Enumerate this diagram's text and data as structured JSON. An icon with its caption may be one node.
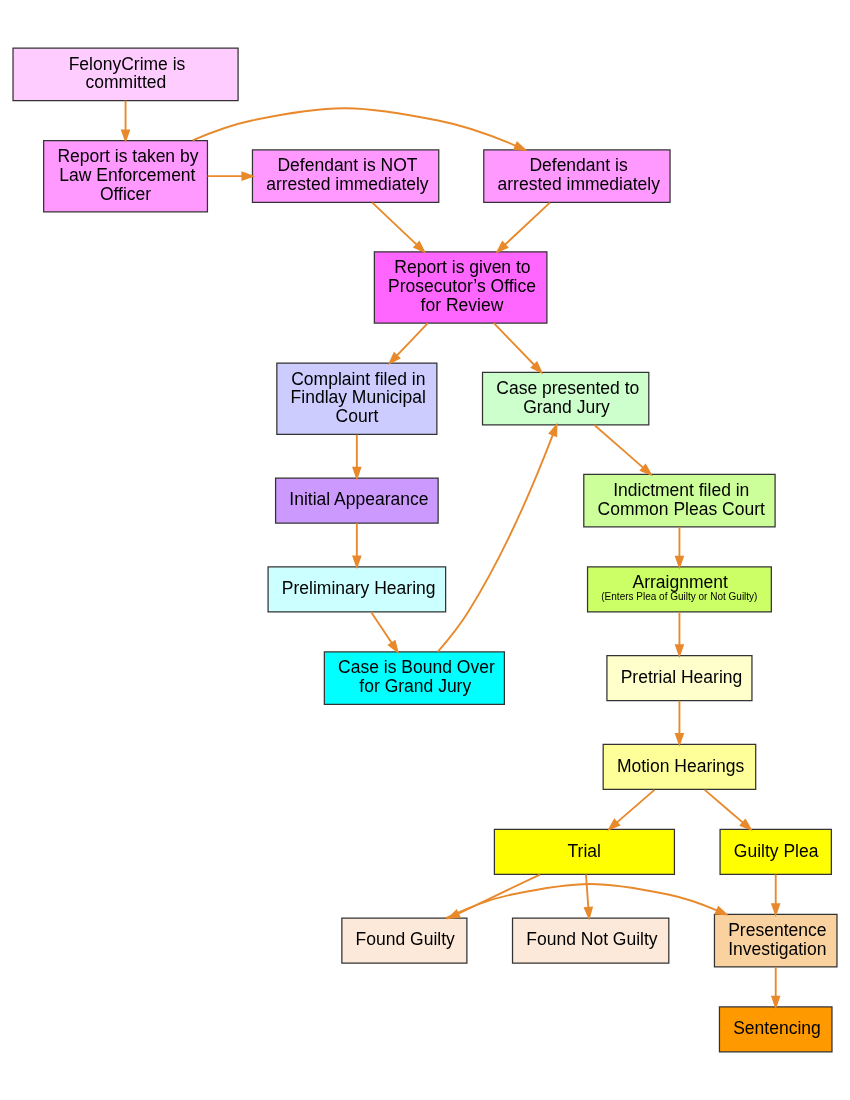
{
  "diagram": {
    "nodes": [
      {
        "text": [
          "FelonyCrime is committed"
        ]
      },
      {
        "text": [
          "Defendant is arrested immediately"
        ]
      },
      {
        "text": [
          "Report is taken by Law Enforcement Officer"
        ]
      },
      {
        "text": [
          "Defendant is NOT arrested immediately"
        ]
      },
      {
        "text": [
          "Report is given to Prosecutor’s Office for Review"
        ]
      },
      {
        "text": [
          "Complaint filed in Findlay Municipal Court"
        ]
      },
      {
        "text": [
          "Case presented to Grand Jury"
        ]
      },
      {
        "text": [
          "Initial Appearance"
        ]
      },
      {
        "text": [
          "Indictment filed in Common Pleas Court"
        ]
      },
      {
        "text": [
          "Preliminary Hearing"
        ]
      },
      {
        "text": [
          "Arraignment",
          "(Enters Plea of Guilty or Not Guilty)"
        ]
      },
      {
        "text": [
          "Case is Bound Over for Grand Jury"
        ]
      },
      {
        "text": [
          "Pretrial Hearing"
        ]
      },
      {
        "text": [
          "Motion Hearings"
        ]
      },
      {
        "text": [
          "Trial"
        ]
      },
      {
        "text": [
          "Guilty Plea"
        ]
      },
      {
        "text": [
          "Found Not Guilty"
        ]
      },
      {
        "text": [
          "Found Guilty"
        ]
      },
      {
        "text": [
          "Presentence Investigation"
        ]
      },
      {
        "text": [
          "Sentencing"
        ]
      }
    ],
    "edges": [
      {
        "from": 0,
        "to": 2,
        "arrow": "to"
      },
      {
        "from": 2,
        "to": 1,
        "arrow": "to"
      },
      {
        "from": 2,
        "to": 3,
        "arrow": "to"
      },
      {
        "from": 1,
        "to": 4,
        "arrow": "to"
      },
      {
        "from": 3,
        "to": 4,
        "arrow": "to"
      },
      {
        "from": 4,
        "to": 5,
        "arrow": "to"
      },
      {
        "from": 4,
        "to": 6,
        "arrow": "to"
      },
      {
        "from": 5,
        "to": 7,
        "arrow": "to"
      },
      {
        "from": 7,
        "to": 9,
        "arrow": "to"
      },
      {
        "from": 9,
        "to": 11,
        "arrow": "to"
      },
      {
        "from": 11,
        "to": 6,
        "arrow": "to"
      },
      {
        "from": 6,
        "to": 8,
        "arrow": "to"
      },
      {
        "from": 8,
        "to": 10,
        "arrow": "to"
      },
      {
        "from": 10,
        "to": 12,
        "arrow": "to"
      },
      {
        "from": 12,
        "to": 13,
        "arrow": "to"
      },
      {
        "from": 13,
        "to": 14,
        "arrow": "to"
      },
      {
        "from": 13,
        "to": 15,
        "arrow": "to"
      },
      {
        "from": 14,
        "to": 16,
        "arrow": "to"
      },
      {
        "from": 14,
        "to": 17,
        "arrow": "to"
      },
      {
        "from": 17,
        "to": 18,
        "arrow": "to"
      },
      {
        "from": 15,
        "to": 18,
        "arrow": "to"
      },
      {
        "from": 18,
        "to": 19,
        "arrow": "to"
      }
    ]
  }
}
